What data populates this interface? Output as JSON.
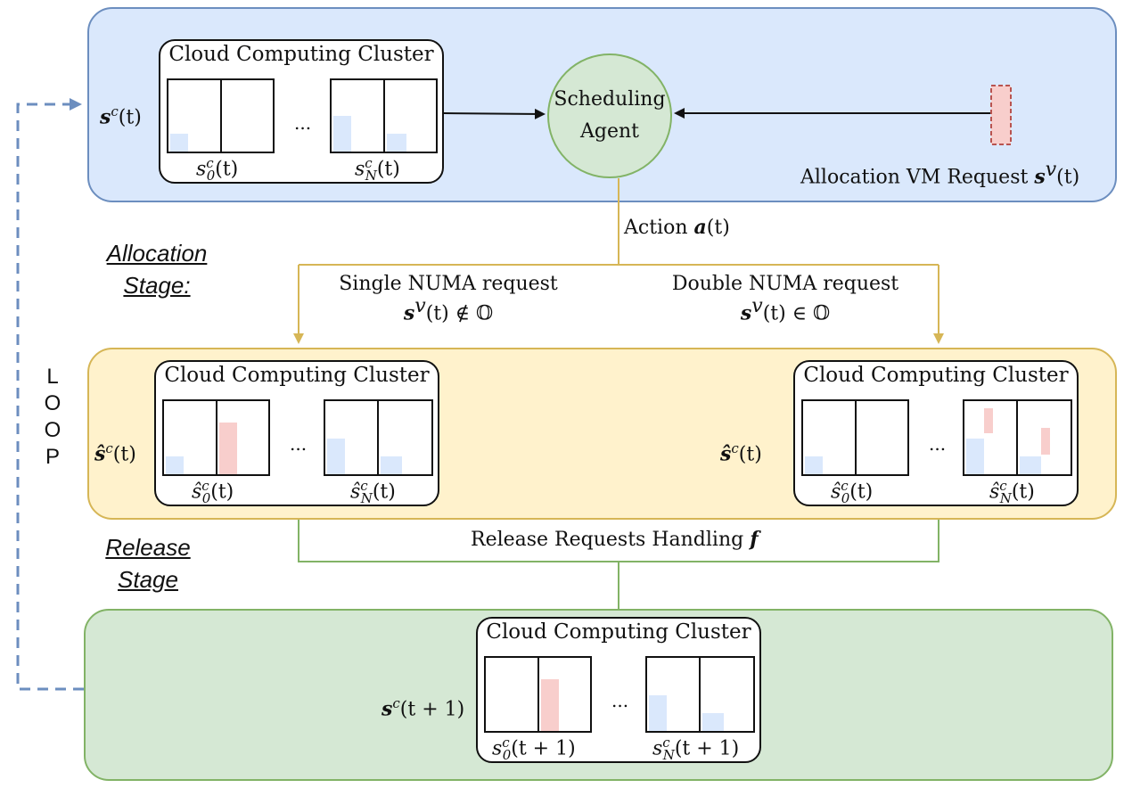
{
  "cluster_title": "Cloud Computing Cluster",
  "ellipsis": "...",
  "agent": {
    "line1": "Scheduling",
    "line2": "Agent"
  },
  "top": {
    "state_label": "s",
    "state_sup": "c",
    "state_arg": "(t)",
    "node0_label": "s",
    "node0_sub": "0",
    "nodeN_label": "s",
    "nodeN_sub": "N",
    "sup": "c",
    "arg": "(t)",
    "request_text": "Allocation VM Request ",
    "request_math": "s",
    "request_sup": "v",
    "request_arg": "(t)"
  },
  "action": {
    "text": "Action ",
    "math": "a",
    "arg": "(t)"
  },
  "stages": {
    "allocation_line1": "Allocation",
    "allocation_line2": "Stage:",
    "release_line1": "Release",
    "release_line2": "Stage"
  },
  "loop": [
    "L",
    "O",
    "O",
    "P"
  ],
  "branches": {
    "single_title": "Single NUMA request",
    "single_math": "s",
    "single_sup": "v",
    "single_rel": "(t) ∉ 𝕆",
    "double_title": "Double NUMA request",
    "double_math": "s",
    "double_sup": "v",
    "double_rel": "(t) ∈ 𝕆"
  },
  "middle": {
    "state_label": "ŝ",
    "state_sup": "c",
    "state_arg": "(t)",
    "node_label": "ŝ",
    "sub0": "0",
    "subN": "N",
    "sup": "c",
    "arg": "(t)"
  },
  "release": {
    "text": "Release Requests Handling ",
    "math": "f"
  },
  "bottom": {
    "state_label": "s",
    "state_sup": "c",
    "state_arg": "(t + 1)",
    "node_label": "s",
    "sub0": "0",
    "subN": "N",
    "sup": "c",
    "arg": "(t + 1)"
  },
  "colors": {
    "blue_fill": "#dae8fc",
    "blue_edge": "#6c8ebf",
    "yellow_fill": "#fff2cc",
    "yellow_edge": "#d6b656",
    "green_fill": "#d5e8d4",
    "green_edge": "#82b366",
    "red_fill": "#f8cecc",
    "red_edge": "#b85450"
  }
}
